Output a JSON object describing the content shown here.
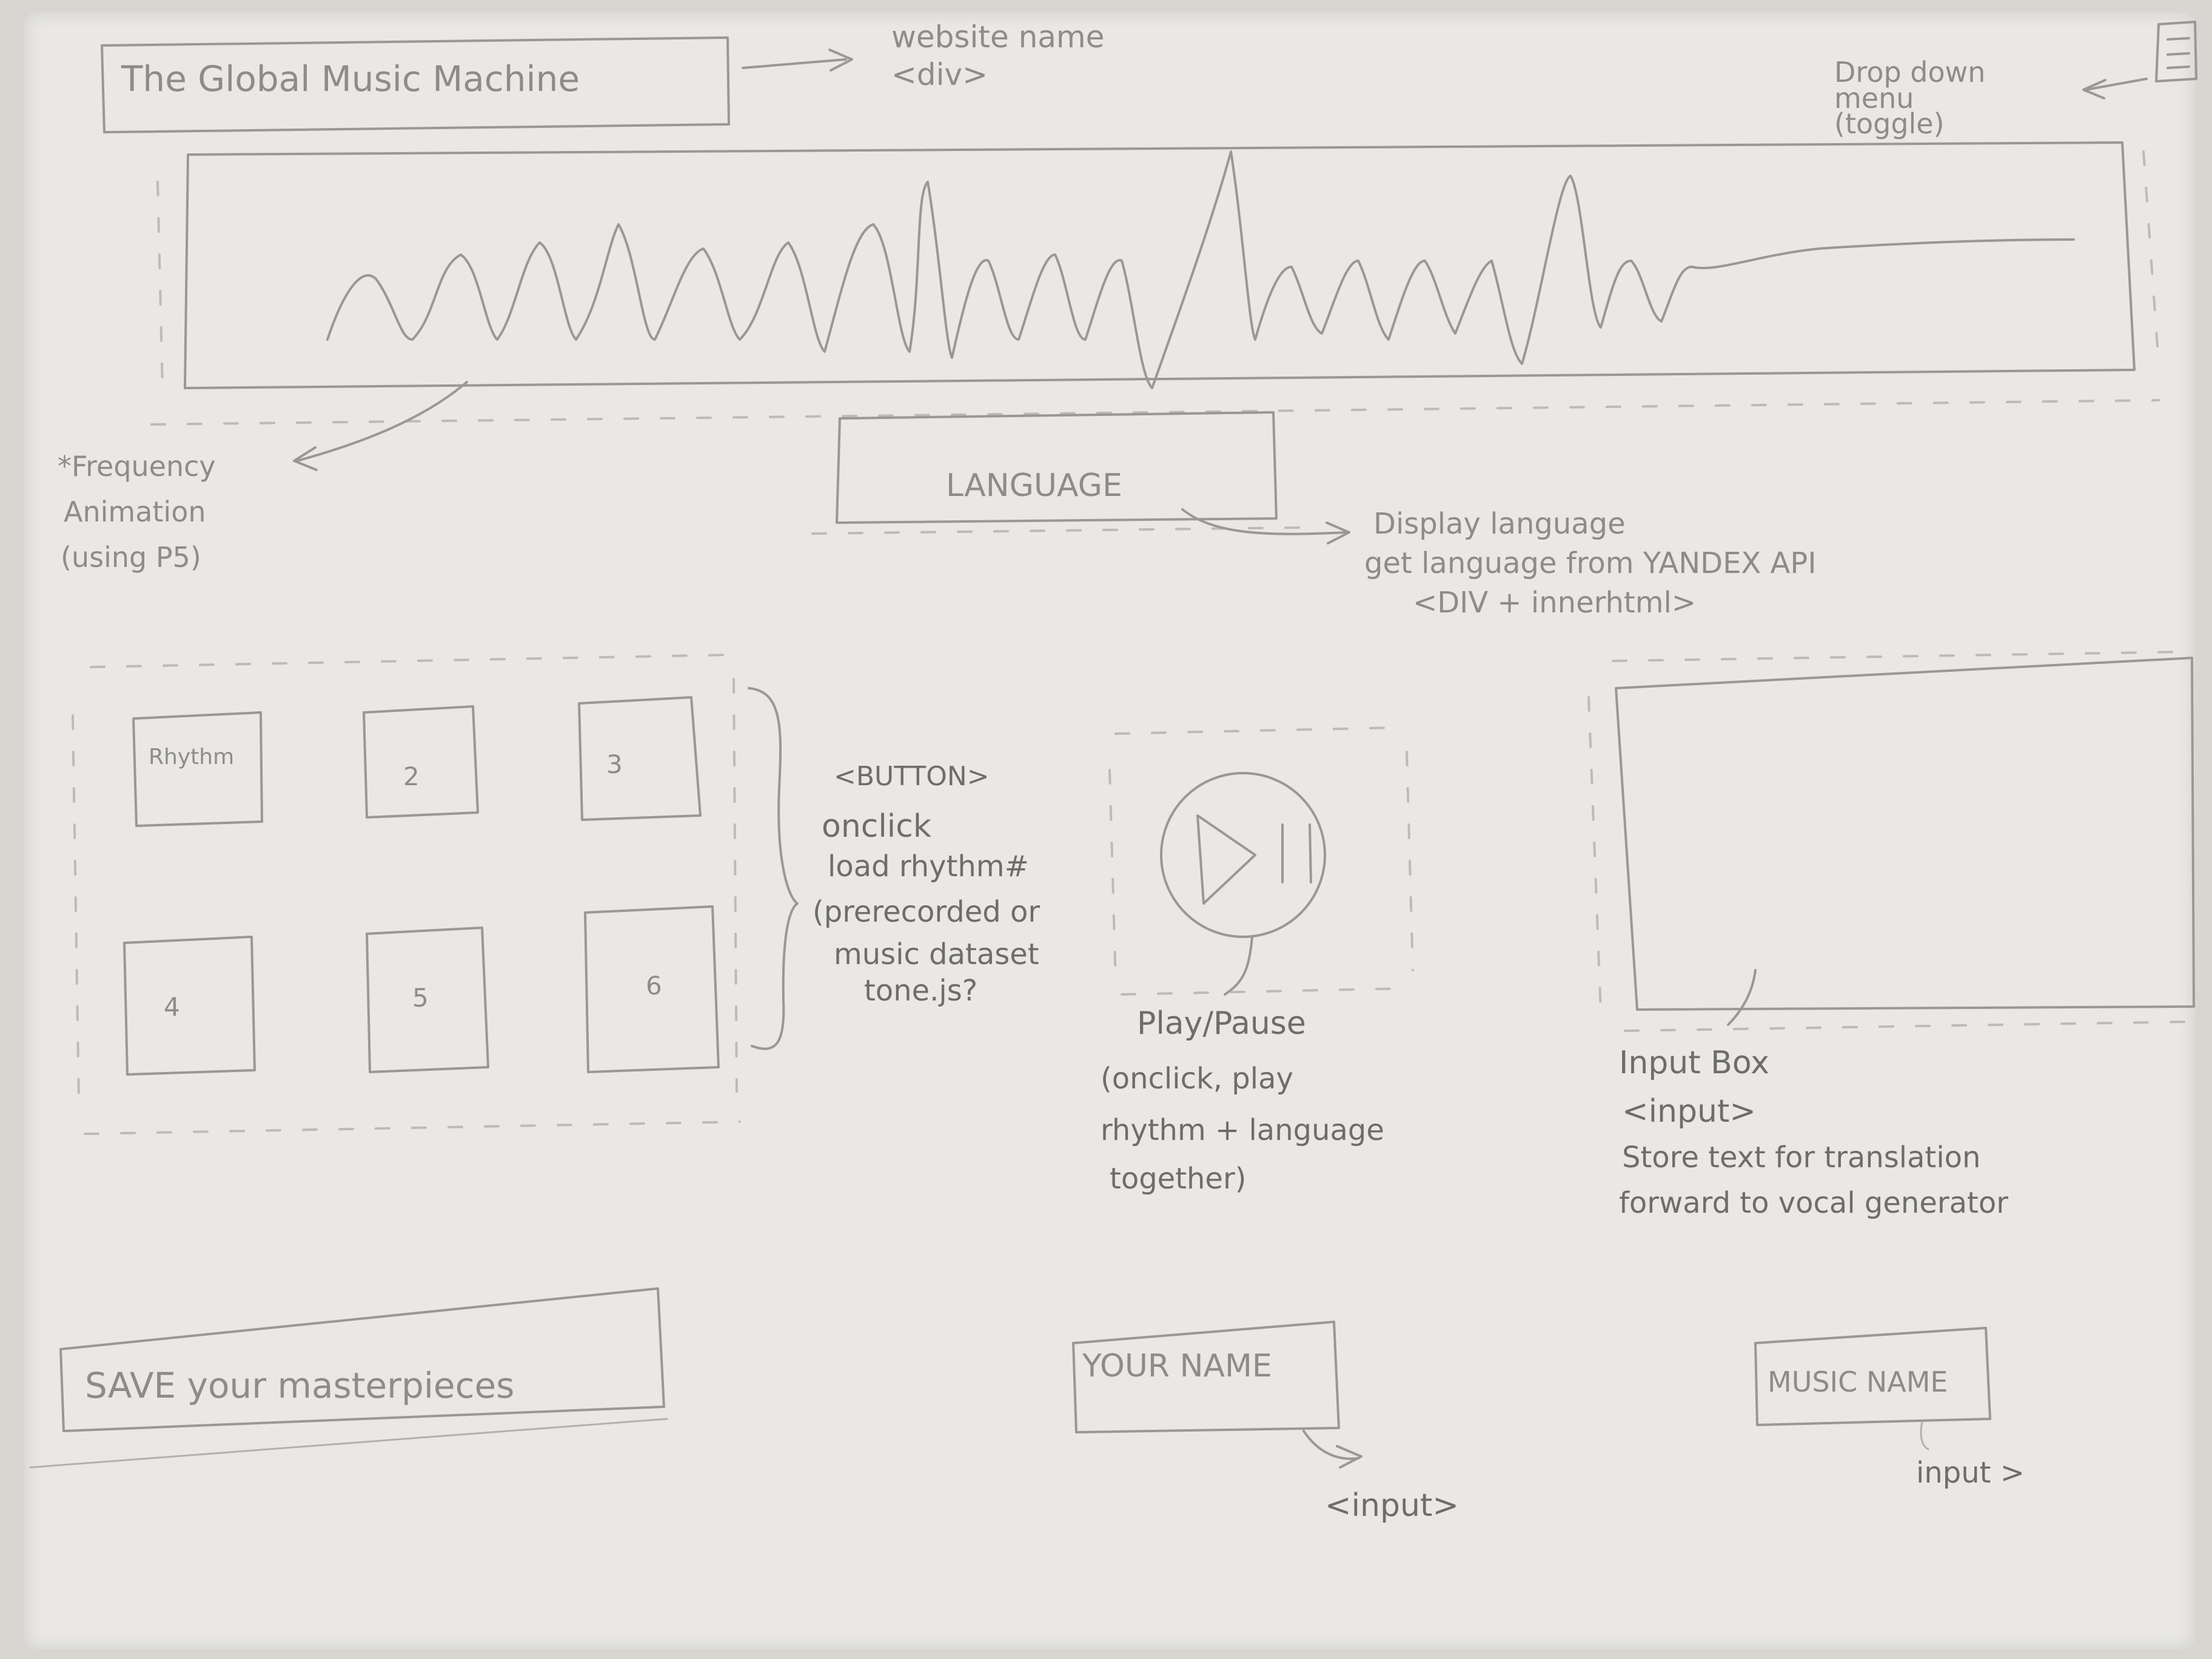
{
  "header": {
    "site_title": "The Global Music Machine",
    "site_title_note": [
      "website name",
      "<div>"
    ],
    "menu_note": [
      "Drop down",
      "menu",
      "(toggle)"
    ]
  },
  "visualizer": {
    "note": [
      "*Frequency",
      "Animation",
      "(using P5)"
    ]
  },
  "language": {
    "box_label": "LANGUAGE",
    "note": [
      "Display language",
      "get language from YANDEX API",
      "<DIV + innerhtml>"
    ]
  },
  "rhythm_buttons": {
    "labels": [
      "Rhythm",
      "2",
      "3",
      "4",
      "5",
      "6"
    ],
    "note": [
      "<BUTTON>",
      "onclick",
      "load rhythm#",
      "(prerecorded or",
      "music dataset",
      "tone.js?"
    ]
  },
  "play_pause": {
    "note": [
      "Play/Pause",
      "(onclick, play",
      "rhythm + language",
      "together)"
    ]
  },
  "input_box": {
    "note": [
      "Input Box",
      "<input>",
      "Store text for translation",
      "forward to vocal generator"
    ]
  },
  "footer": {
    "save_label": "SAVE your masterpieces",
    "your_name_label": "YOUR NAME",
    "your_name_note": "<input>",
    "music_name_label": "MUSIC NAME",
    "music_name_note": "input >"
  },
  "colors": {
    "pencil": "#8e8c8a",
    "paper": "#e9e8e6",
    "background": "#d9d6d1"
  }
}
